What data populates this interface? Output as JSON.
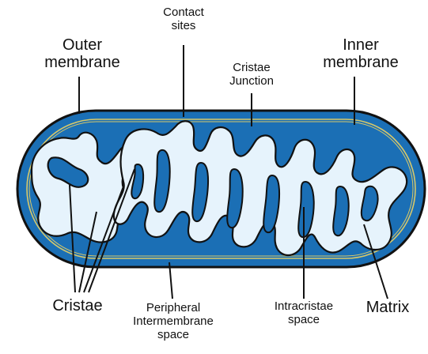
{
  "colors": {
    "outer_membrane": "#1b6fb5",
    "outline": "#111111",
    "matrix": "#e6f3fc",
    "contact_lines": "#d7c86a",
    "leader_lines": "#111111"
  },
  "labels": {
    "contact_sites": {
      "line1": "Contact",
      "line2": "sites"
    },
    "outer_membrane": {
      "line1": "Outer",
      "line2": "membrane"
    },
    "cristae_junction": {
      "line1": "Cristae",
      "line2": "Junction"
    },
    "inner_membrane": {
      "line1": "Inner",
      "line2": "membrane"
    },
    "cristae": "Cristae",
    "peripheral_intermembrane_space": {
      "line1": "Peripheral",
      "line2": "Intermembrane",
      "line3": "space"
    },
    "intracristae_space": {
      "line1": "Intracristae",
      "line2": "space"
    },
    "matrix": "Matrix"
  }
}
